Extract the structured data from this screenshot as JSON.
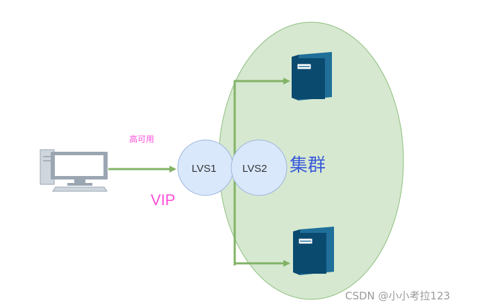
{
  "labels": {
    "high_availability": "高可用",
    "vip": "VIP",
    "lvs1": "LVS1",
    "lvs2": "LVS2",
    "cluster": "集群",
    "watermark": "CSDN @小小考拉123"
  },
  "colors": {
    "cluster_fill": "#d6e8d0",
    "cluster_stroke": "#8cbf7c",
    "lvs_fill": "#dae8fc",
    "lvs_stroke": "#9bb5dc",
    "arrow": "#82b366",
    "pink": "#ff4fd8",
    "cluster_text": "#3b5bdb",
    "server_dark": "#0b4a6f",
    "server_mid": "#1f6f99",
    "monitor_frame": "#9aa6b2",
    "monitor_screen": "#ffffff",
    "watermark": "#9a9a9a"
  },
  "icons": {
    "client": "desktop-computer-icon",
    "server": "server-tower-icon"
  }
}
